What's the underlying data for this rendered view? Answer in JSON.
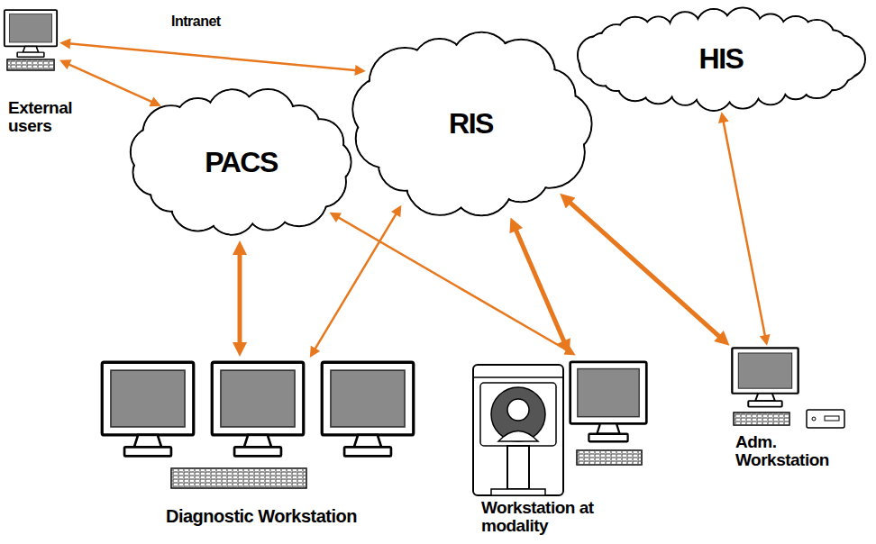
{
  "diagram": {
    "nodes": [
      {
        "text": [
          "External users"
        ]
      },
      {
        "text": [
          "PACS"
        ]
      },
      {
        "text": [
          "RIS"
        ]
      },
      {
        "text": [
          "HIS"
        ]
      },
      {
        "text": [
          "Diagnostic Workstation"
        ]
      },
      {
        "text": [
          "Workstation at modality"
        ]
      },
      {
        "text": [
          "Adm. Workstation"
        ]
      }
    ],
    "edges": [
      {
        "from": 0,
        "to": 2,
        "arrow": "both"
      },
      {
        "from": 0,
        "to": 1,
        "arrow": "both"
      },
      {
        "from": 1,
        "to": 4,
        "arrow": "both"
      },
      {
        "from": 2,
        "to": 4,
        "arrow": "both"
      },
      {
        "from": 1,
        "to": 5,
        "arrow": "both"
      },
      {
        "from": 2,
        "to": 5,
        "arrow": "both"
      },
      {
        "from": 2,
        "to": 6,
        "arrow": "both"
      },
      {
        "from": 3,
        "to": 6,
        "arrow": "both"
      }
    ],
    "labels": [
      "Intranet"
    ]
  }
}
